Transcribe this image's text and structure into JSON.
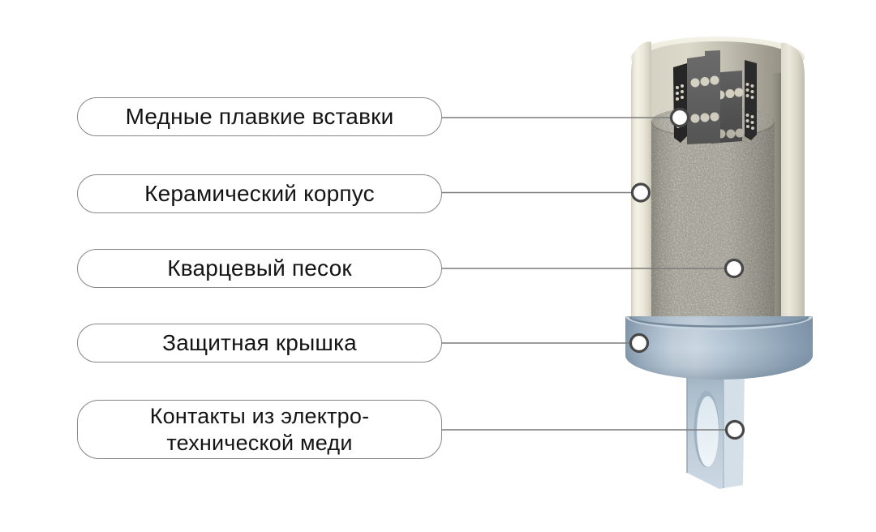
{
  "diagram": {
    "subject": "fuse-cutaway",
    "callouts": [
      {
        "label": "Медные плавкие вставки",
        "target": "copper-fusible-links"
      },
      {
        "label": "Керамический корпус",
        "target": "ceramic-body"
      },
      {
        "label": "Кварцевый песок",
        "target": "quartz-sand"
      },
      {
        "label": "Защитная крышка",
        "target": "protective-cap"
      },
      {
        "label": "Контакты из электро-\nтехнической меди",
        "target": "electrical-copper-contacts"
      }
    ],
    "colors": {
      "ceramic": "#ebe9dc",
      "sand": "#b5b3a9",
      "fusible_plate": "#5a5a5a",
      "cap": "#a9bccd",
      "callout_line": "#7b7b7b",
      "callout_ring": "#474747",
      "label_border": "#868686",
      "label_text": "#141414",
      "background": "#ffffff"
    }
  }
}
